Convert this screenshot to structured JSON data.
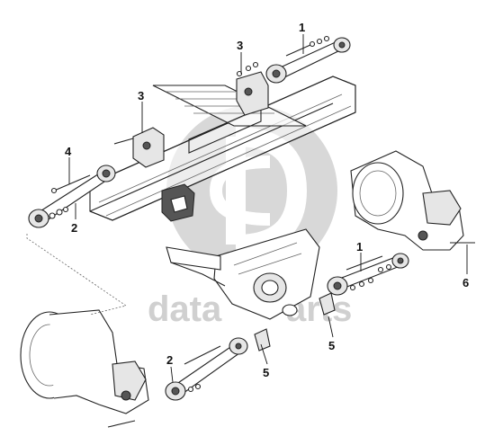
{
  "watermark": {
    "text_left": "data",
    "text_right": "arts",
    "color": "#d0d0d0"
  },
  "callouts": [
    {
      "id": "callout-1-top",
      "label": "1"
    },
    {
      "id": "callout-3-top",
      "label": "3"
    },
    {
      "id": "callout-3-mid",
      "label": "3"
    },
    {
      "id": "callout-4",
      "label": "4"
    },
    {
      "id": "callout-2-upper",
      "label": "2"
    },
    {
      "id": "callout-1-right",
      "label": "1"
    },
    {
      "id": "callout-6",
      "label": "6"
    },
    {
      "id": "callout-5-right",
      "label": "5"
    },
    {
      "id": "callout-5-lower",
      "label": "5"
    },
    {
      "id": "callout-2-lower",
      "label": "2"
    }
  ]
}
